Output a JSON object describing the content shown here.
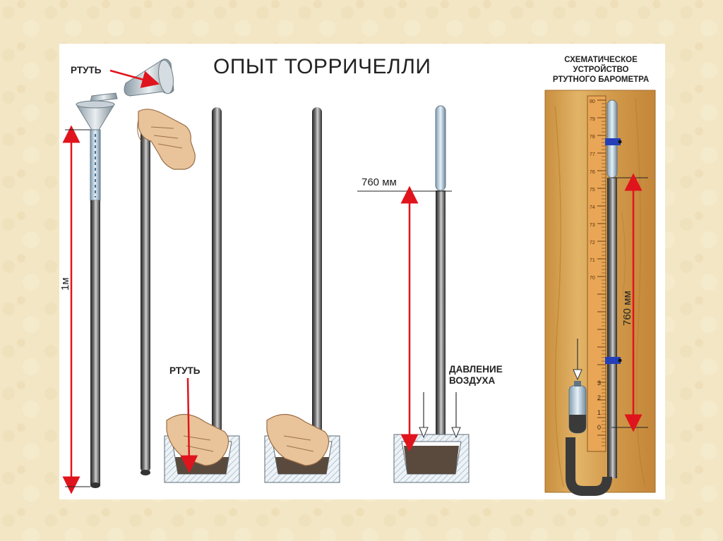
{
  "title": "ОПЫТ ТОРРИЧЕЛЛИ",
  "barometer_title": [
    "СХЕМАТИЧЕСКОЕ",
    "УСТРОЙСТВО",
    "РТУТНОГО БАРОМЕТРА"
  ],
  "labels": {
    "mercury_funnel": "РТУТЬ",
    "mercury_bowl": "РТУТЬ",
    "tube_length": "1м",
    "column_height": "760 мм",
    "air_pressure": [
      "ДАВЛЕНИЕ",
      "ВОЗДУХА"
    ],
    "barometer_height": "760 мм"
  },
  "scale_upper": [
    "80",
    "79",
    "78",
    "77",
    "76",
    "75",
    "74",
    "73",
    "72",
    "71",
    "70"
  ],
  "scale_lower": [
    "3",
    "2",
    "1",
    "0"
  ],
  "colors": {
    "arrow": "#e0141c",
    "tube_dark": "#3a3a3a",
    "mercury_pool": "#5a4a3e",
    "wood": "#d9a95a",
    "clamp": "#2440b8"
  }
}
